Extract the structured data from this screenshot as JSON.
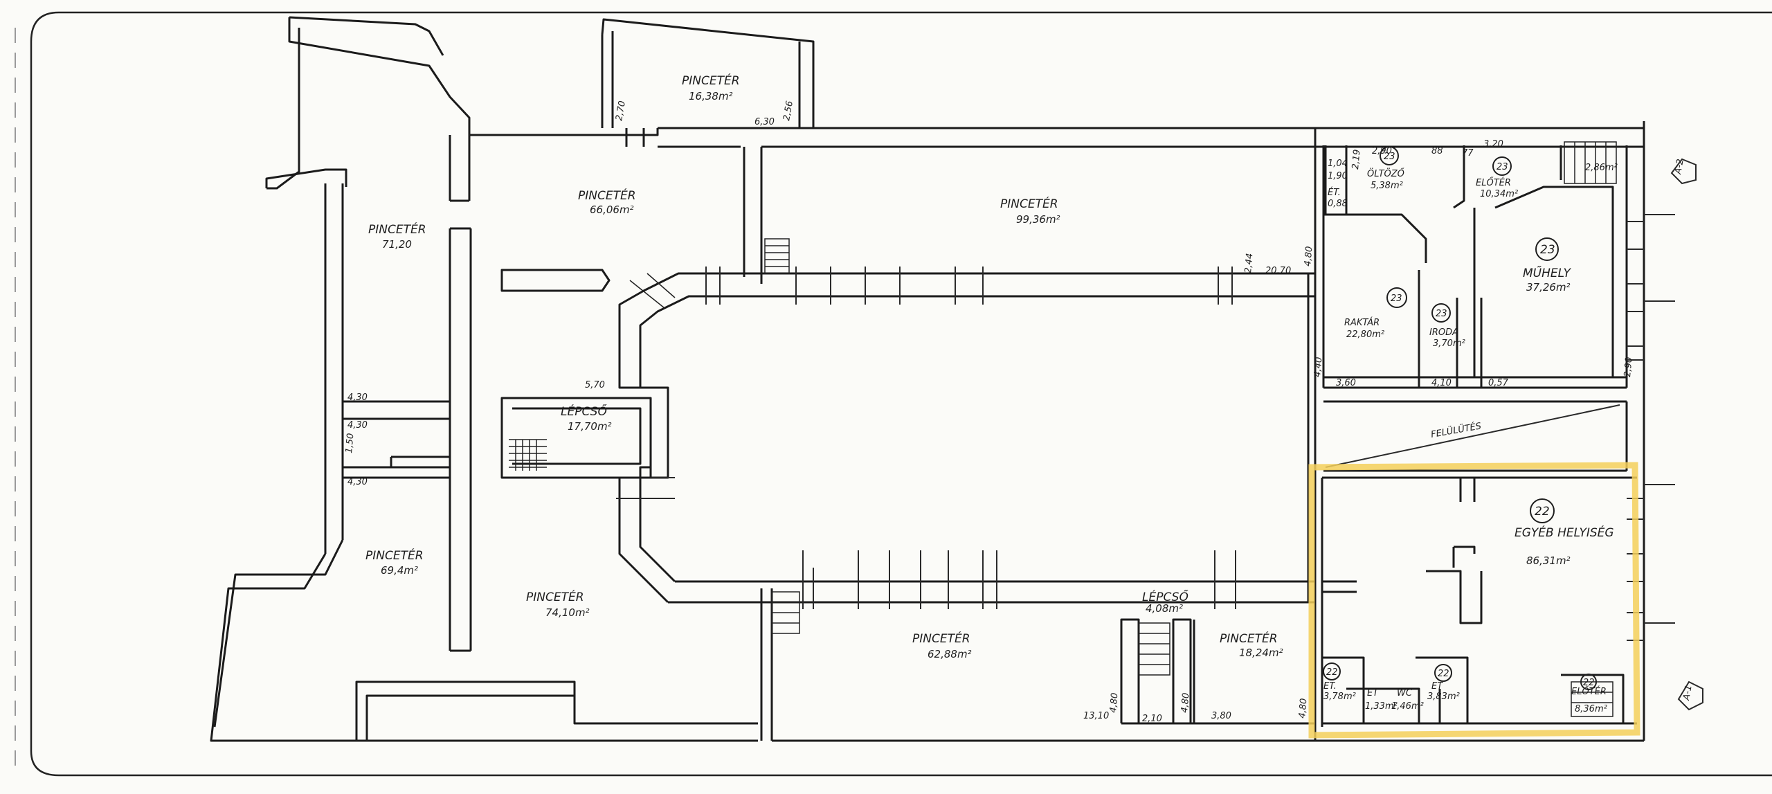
{
  "rooms": [
    {
      "label": "PINCETÉR",
      "area": "16,38m²"
    },
    {
      "label": "PINCETÉR",
      "area": "71,20"
    },
    {
      "label": "PINCETÉR",
      "area": "66,06m²"
    },
    {
      "label": "PINCETÉR",
      "area": "99,36m²"
    },
    {
      "label": "LÉPCSŐ",
      "area": "17,70m²"
    },
    {
      "label": "PINCETÉR",
      "area": "69,4m²"
    },
    {
      "label": "PINCETÉR",
      "area": "74,10m²"
    },
    {
      "label": "PINCETÉR",
      "area": "62,88m²"
    },
    {
      "label": "LÉPCSŐ",
      "area": "4,08m²"
    },
    {
      "label": "PINCETÉR",
      "area": "18,24m²"
    },
    {
      "label": "ÖLTÖZŐ",
      "area": "5,38m²"
    },
    {
      "label": "ELŐTÉR",
      "area": "10,34m²"
    },
    {
      "label": "",
      "area": "2,86m²"
    },
    {
      "label": "MŰHELY",
      "area": "37,26m²"
    },
    {
      "label": "RAKTÁR",
      "area": "22,80m²"
    },
    {
      "label": "IRODA",
      "area": "3,70m²"
    },
    {
      "label": "EGYÉB HELYISÉG",
      "area": "86,31m²"
    },
    {
      "label": "ET.",
      "area": "3,78m²"
    },
    {
      "label": "ET",
      "area": "3,83m²"
    },
    {
      "label": "ELŐTÉR",
      "area": "8,36m²"
    },
    {
      "label": "ÉT.",
      "area": "0,88"
    },
    {
      "label": "ET",
      "area": "1,33m²"
    },
    {
      "label": "WC",
      "area": "1,46m²"
    }
  ],
  "unit_tags": [
    "23",
    "23",
    "23",
    "23",
    "23",
    "22",
    "22",
    "22",
    "22"
  ],
  "dimensions": [
    "2,70",
    "2,56",
    "6,30",
    "20,70",
    "4,80",
    "5,70",
    "4,30",
    "4,30",
    "1,50",
    "4,30",
    "13,10",
    "4,80",
    "2,10",
    "4,80",
    "3,80",
    "4,80",
    "3,60",
    "4,10",
    "0,57",
    "4,40",
    "2,90",
    "2,90",
    "88",
    "77",
    "3,20",
    "2,44",
    "2,19",
    "1,04",
    "1,90"
  ],
  "annotations": {
    "cut_label": "FELÜLÜTÉS",
    "arrow_top": "A-2",
    "arrow_bottom": "A-1"
  },
  "colors": {
    "highlight": "#f3cf5a",
    "ink": "#1e1e1e",
    "paper": "#fbfbf8"
  }
}
